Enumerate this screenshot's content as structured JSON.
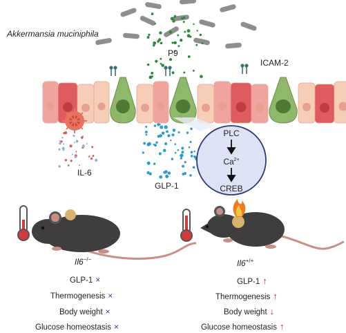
{
  "labels": {
    "bacterium": "Akkermansia muciniphila",
    "p9": "P9",
    "icam2": "ICAM-2",
    "il6": "IL-6",
    "glp1": "GLP-1"
  },
  "pathway": {
    "plc": "PLC",
    "ca": "Ca",
    "ca_sup": "2+",
    "creb": "CREB"
  },
  "left_mouse": {
    "genotype": "Il6",
    "genotype_sup": "−/−",
    "outcomes": [
      {
        "label": "GLP-1",
        "mark": "×"
      },
      {
        "label": "Thermogenesis",
        "mark": "×"
      },
      {
        "label": "Body weight",
        "mark": "×"
      },
      {
        "label": "Glucose homeostasis",
        "mark": "×"
      }
    ]
  },
  "right_mouse": {
    "genotype": "Il6",
    "genotype_sup": "+/+",
    "outcomes": [
      {
        "label": "GLP-1",
        "mark": "↑"
      },
      {
        "label": "Thermogenesis",
        "mark": "↑"
      },
      {
        "label": "Body weight",
        "mark": "↓"
      },
      {
        "label": "Glucose homeostasis",
        "mark": "↑"
      }
    ]
  },
  "colors": {
    "bacteria": "#8e8e8e",
    "p9_dots": "#2f8a3c",
    "glp1_dots": "#2a9bd0",
    "il6_dots": "#e0565a",
    "cell_pink": "#f0a39f",
    "cell_peach": "#f6cdb6",
    "cell_red": "#de5b60",
    "cell_green": "#8fb86a",
    "pathway_fill": "#dde3f5",
    "mouse": "#3f3d3d",
    "mark_blue": "#2b3c8f",
    "mark_red": "#d0262d"
  }
}
